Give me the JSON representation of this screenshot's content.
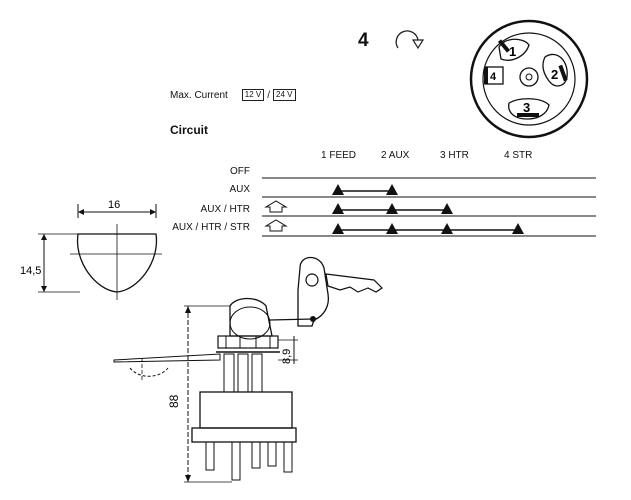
{
  "position_number": "4",
  "max_current": {
    "label": "Max. Current",
    "v12": "12 V",
    "separator": "/",
    "v24": "24 V"
  },
  "circuit_title": "Circuit",
  "columns": [
    "1 FEED",
    "2 AUX",
    "3 HTR",
    "4 STR"
  ],
  "rows": [
    {
      "label": "OFF",
      "arrow": false,
      "connected": []
    },
    {
      "label": "AUX",
      "arrow": false,
      "connected": [
        1,
        2
      ]
    },
    {
      "label": "AUX / HTR",
      "arrow": true,
      "connected": [
        1,
        2,
        3
      ]
    },
    {
      "label": "AUX / HTR / STR",
      "arrow": true,
      "connected": [
        1,
        2,
        3,
        4
      ]
    }
  ],
  "key_face_positions": [
    "1",
    "2",
    "3",
    "4"
  ],
  "dimensions": {
    "width": "16",
    "height": "14,5",
    "body": "88",
    "thread": "8,9"
  }
}
